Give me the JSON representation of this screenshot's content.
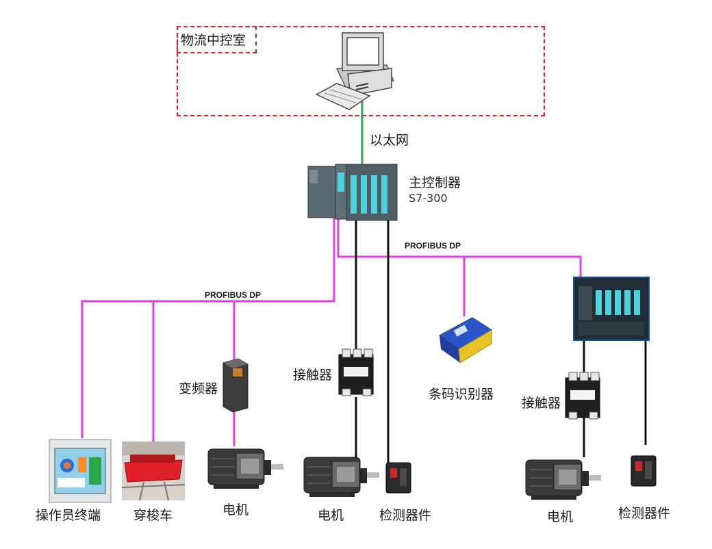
{
  "control_room": {
    "label": "物流中控室"
  },
  "ethernet": {
    "label": "以太网"
  },
  "main_controller": {
    "label": "主控制器",
    "model": "S7-300"
  },
  "profibus": {
    "label_right": "PROFIBUS DP",
    "label_left": "PROFIBUS DP"
  },
  "devices": {
    "vfd": "变频器",
    "contactor_left": "接触器",
    "contactor_right": "接触器",
    "barcode_reader": "条码识别器",
    "operator_terminal": "操作员终端",
    "shuttle": "穿梭车",
    "motor_1": "电机",
    "motor_2": "电机",
    "motor_3": "电机",
    "sensor_left": "检测器件",
    "sensor_right": "检测器件"
  },
  "colors": {
    "profibus_line": "#e040e0",
    "ethernet_line": "#2aa84a",
    "wire": "#111111",
    "room_border": "#e02020"
  }
}
